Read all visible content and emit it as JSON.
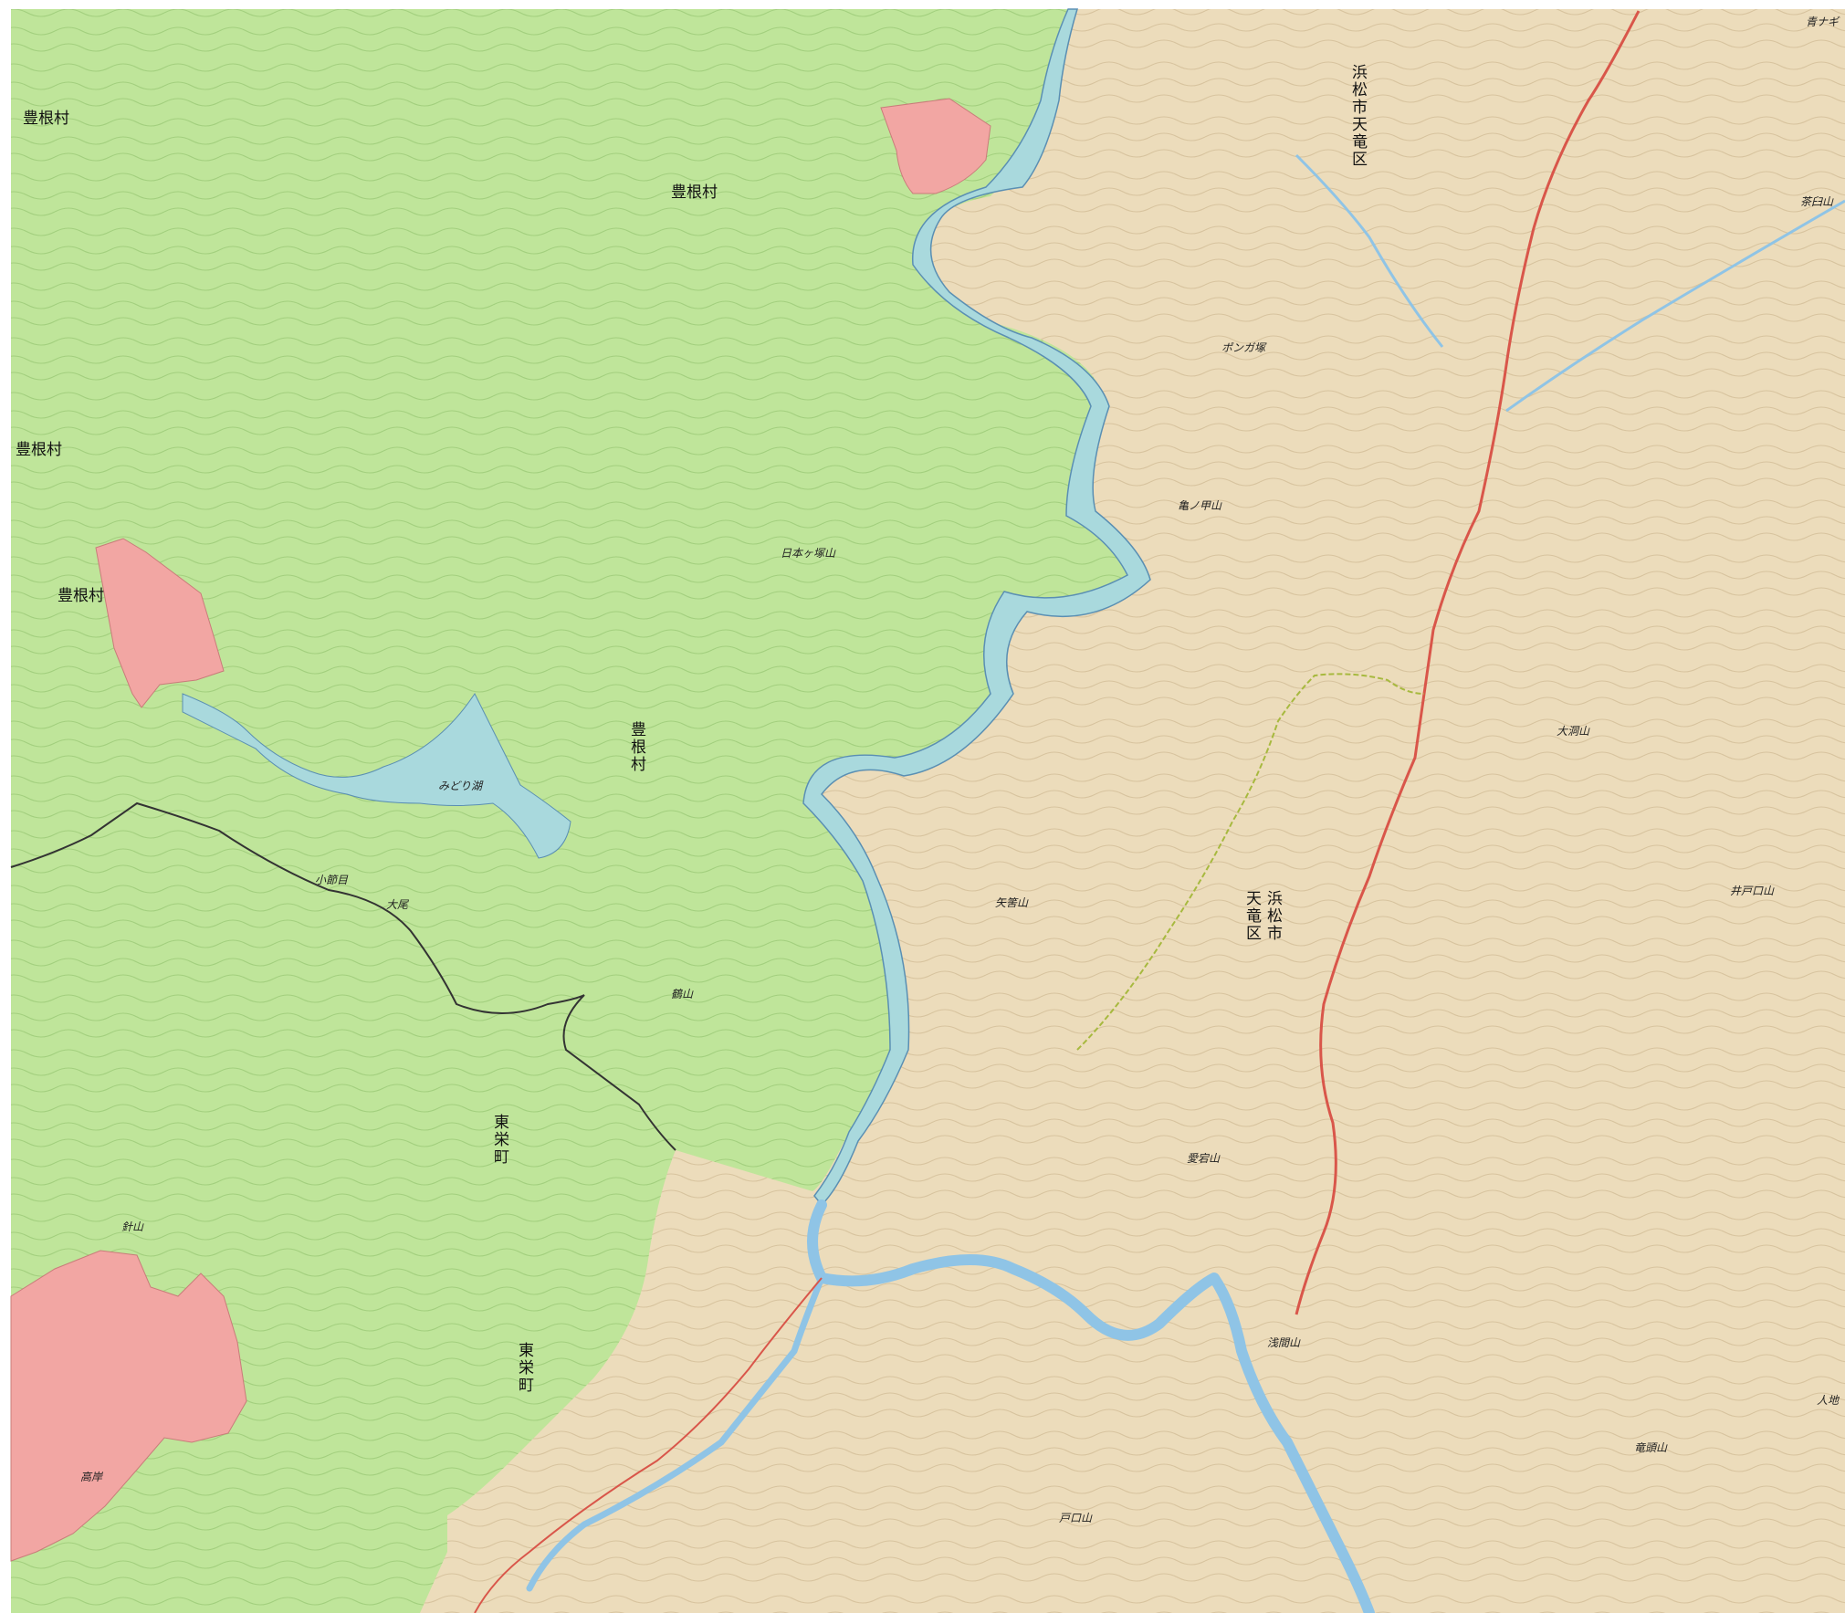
{
  "map": {
    "colors": {
      "forest_green": "#bfe59a",
      "terrain_beige": "#ecdcbb",
      "urban_pink": "#f2a6a3",
      "reservoir": "#a9d9dd",
      "river": "#8fc4e6",
      "road": "#d9564a",
      "prefecture_border": "#333333",
      "municipal_border": "#a7b93f"
    },
    "labels": {
      "toyone_village_nw": "豊根村",
      "toyone_village_w": "豊根村",
      "toyone_village_left": "豊根村",
      "toyone_village_n": "豊根村",
      "toyone_village_center": "豊根村",
      "toei_town_1": "東栄町",
      "toei_town_2": "東栄町",
      "hamamatsu_tenryu_1": "浜松市天竜区",
      "hamamatsu_tenryu_2_city": "浜松市",
      "hamamatsu_tenryu_2_ward": "天竜区",
      "aoki_corner": "青ナギ",
      "hitoji": "人地",
      "ponga": "ポンガ塚",
      "mt_kamenohira": "亀ノ甲山",
      "mt_nihon": "日本ヶ塚山",
      "mt_yaguchi": "矢筈山",
      "mt_taka": "鶴山",
      "mt_atago": "愛宕山",
      "mt_sengen": "浅間山",
      "mt_toguchi": "戸口山",
      "mt_okuhora": "大洞山",
      "mt_ido": "井戸口山",
      "mt_chausu": "茶臼山",
      "mt_ryuto": "竜頭山",
      "mt_kuro": "針山",
      "midori_lake": "みどり湖",
      "oze": "大尾",
      "koshigoe": "小節目",
      "takagishi": "高岸"
    }
  }
}
